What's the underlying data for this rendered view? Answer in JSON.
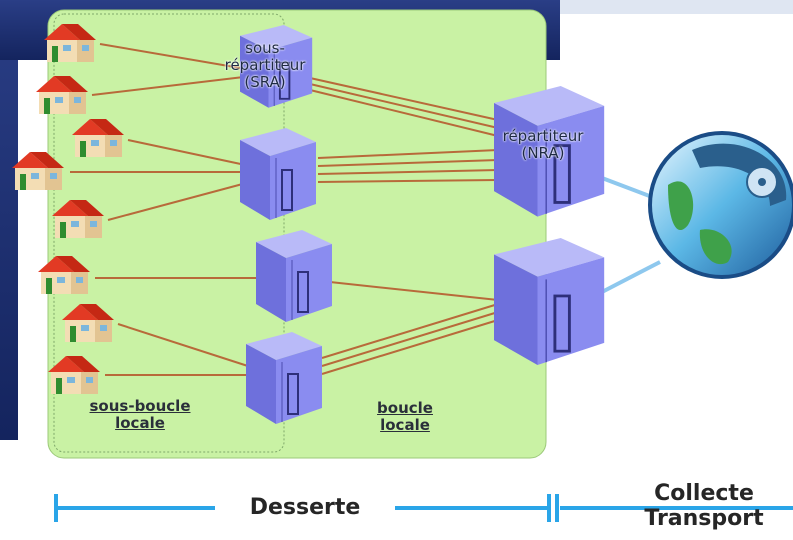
{
  "labels": {
    "sra": "sous-\nrépartiteur\n(SRA)",
    "nra": "répartiteur\n(NRA)",
    "sous_boucle": "sous-boucle\nlocale",
    "boucle": "boucle\nlocale",
    "desserte": "Desserte",
    "collecte": "Collecte\nTransport"
  },
  "colors": {
    "zone_fill": "#c9f2a4",
    "link": "#b86a3a",
    "server_face": "#8a8cf0",
    "timeline": "#2aa5e8",
    "background_left": "#1b2e6e"
  },
  "icons": [
    "house-icon",
    "server-icon",
    "globe-phone-icon"
  ]
}
